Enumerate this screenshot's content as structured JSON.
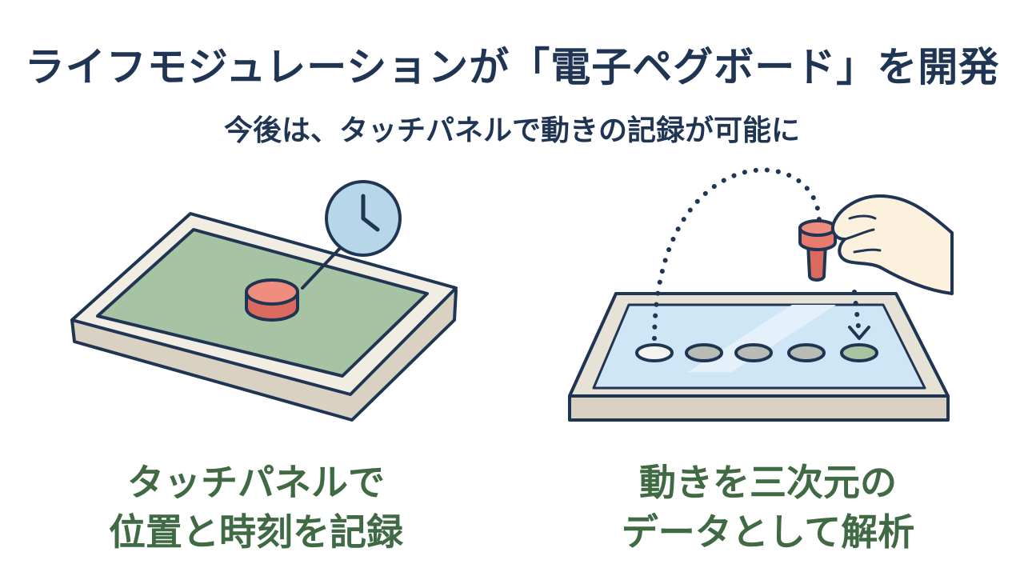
{
  "header": {
    "title": "ライフモジュレーションが「電子ペグボード」を開発",
    "subtitle": "今後は、タッチパネルで動きの記録が可能に"
  },
  "panels": [
    {
      "caption_line1": "タッチパネルで",
      "caption_line2": "位置と時刻を記録"
    },
    {
      "caption_line1": "動きを三次元の",
      "caption_line2": "データとして解析"
    }
  ],
  "icons": {
    "left": [
      "tablet-icon",
      "peg-icon",
      "clock-icon"
    ],
    "right": [
      "tablet-icon",
      "hand-icon",
      "peg-icon",
      "dotted-arc-icon"
    ]
  },
  "colors": {
    "title": "#1f3553",
    "caption": "#3f6a43",
    "board_green": "#a6c4a3",
    "screen_blue": "#cfe6f6",
    "peg_red": "#e88072",
    "clock_blue": "#b8d6ea"
  }
}
